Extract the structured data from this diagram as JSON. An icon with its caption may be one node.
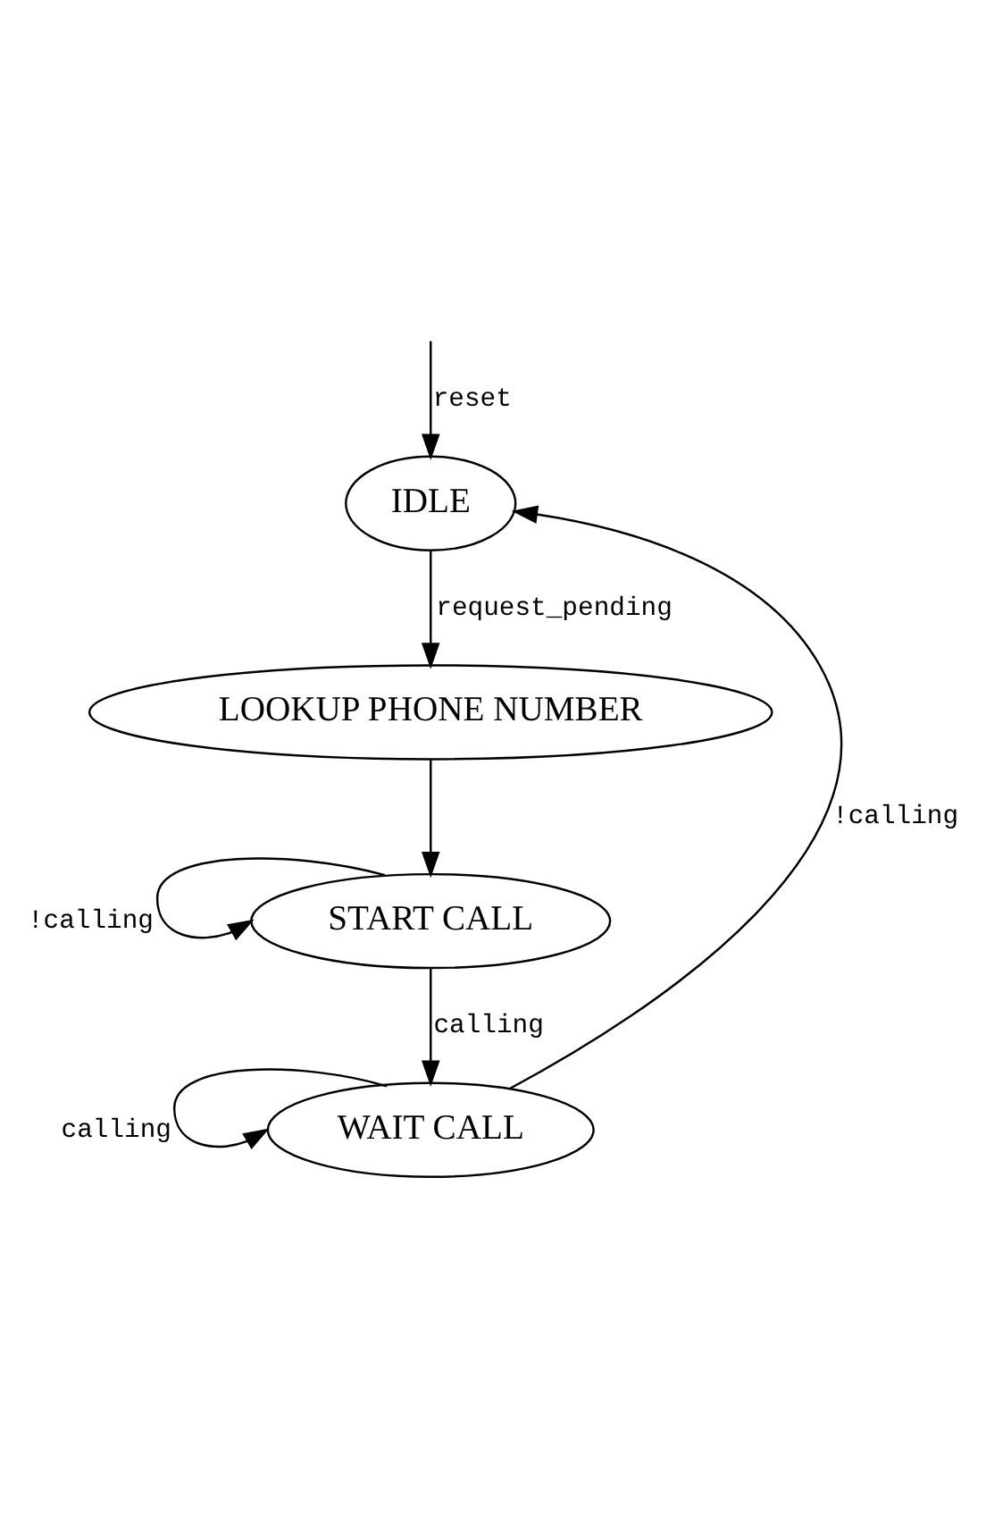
{
  "diagram": {
    "nodes": [
      {
        "text": [
          "IDLE"
        ]
      },
      {
        "text": [
          "LOOKUP PHONE NUMBER"
        ]
      },
      {
        "text": [
          "START CALL"
        ]
      },
      {
        "text": [
          "WAIT CALL"
        ]
      }
    ],
    "edges": [
      {
        "from": null,
        "to": 0,
        "arrow": "to",
        "label": "reset"
      },
      {
        "from": 0,
        "to": 1,
        "arrow": "to",
        "label": "request_pending"
      },
      {
        "from": 1,
        "to": 2,
        "arrow": "to"
      },
      {
        "from": 2,
        "to": 2,
        "arrow": "to",
        "label": "!calling"
      },
      {
        "from": 2,
        "to": 3,
        "arrow": "to",
        "label": "calling"
      },
      {
        "from": 3,
        "to": 3,
        "arrow": "to",
        "label": "calling"
      },
      {
        "from": 3,
        "to": 0,
        "arrow": "to",
        "label": "!calling"
      }
    ]
  }
}
